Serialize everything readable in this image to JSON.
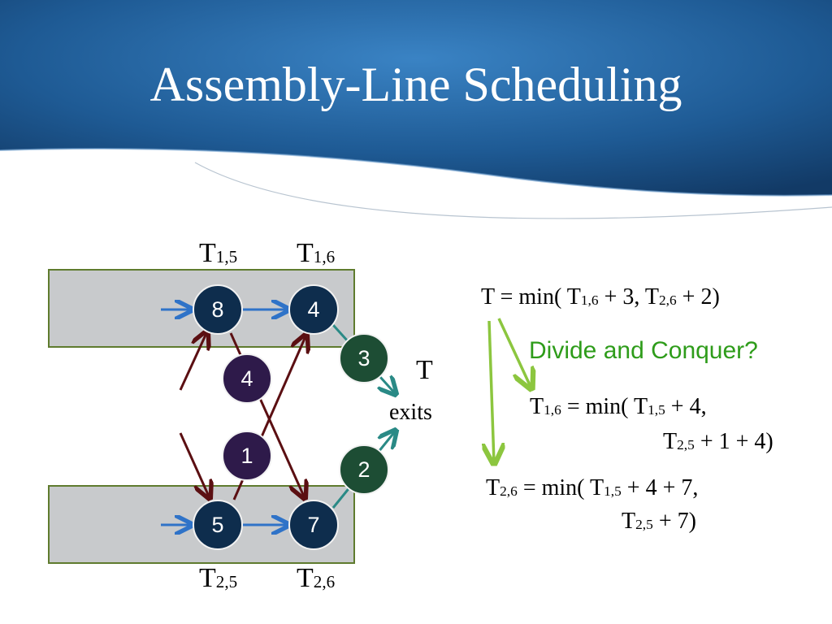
{
  "title": "Assembly-Line Scheduling",
  "colors": {
    "header": "#1e5a94",
    "station_line1": "#0e2d4d",
    "transfer": "#2e1a4a",
    "exit": "#1d4d34",
    "line_fill": "#c8cacc",
    "line_border": "#5f7b2e",
    "blue_arrow": "#2f73c8",
    "red_arrow": "#5b0f12",
    "teal_arrow": "#2a8a86",
    "green_arrow": "#8cc63f"
  },
  "labels": {
    "t15": {
      "base": "T",
      "sub": "1,5"
    },
    "t16": {
      "base": "T",
      "sub": "1,6"
    },
    "t25": {
      "base": "T",
      "sub": "2,5"
    },
    "t26": {
      "base": "T",
      "sub": "2,6"
    },
    "t": "T",
    "exits": "exits"
  },
  "nodes": {
    "line1_a": "8",
    "line1_b": "4",
    "transfer_a": "4",
    "transfer_b": "1",
    "exit_1": "3",
    "exit_2": "2",
    "line2_a": "5",
    "line2_b": "7"
  },
  "equations": {
    "main": {
      "p1": "T = min( T",
      "s1": "1,6",
      "p2": " + 3, T",
      "s2": "2,6",
      "p3": " + 2)"
    },
    "divide": "Divide and Conquer?",
    "t16_line1": {
      "p1": "T",
      "s1": "1,6",
      "p2": " = min( T",
      "s2": "1,5",
      "p3": " + 4,"
    },
    "t16_line2": {
      "p1": "T",
      "s1": "2,5",
      "p2": " + 1 + 4)"
    },
    "t26_line1": {
      "p1": "T",
      "s1": "2,6",
      "p2": " = min( T",
      "s2": "1,5",
      "p3": " + 4 + 7,"
    },
    "t26_line2": {
      "p1": "T",
      "s1": "2,5",
      "p2": " + 7)"
    }
  }
}
